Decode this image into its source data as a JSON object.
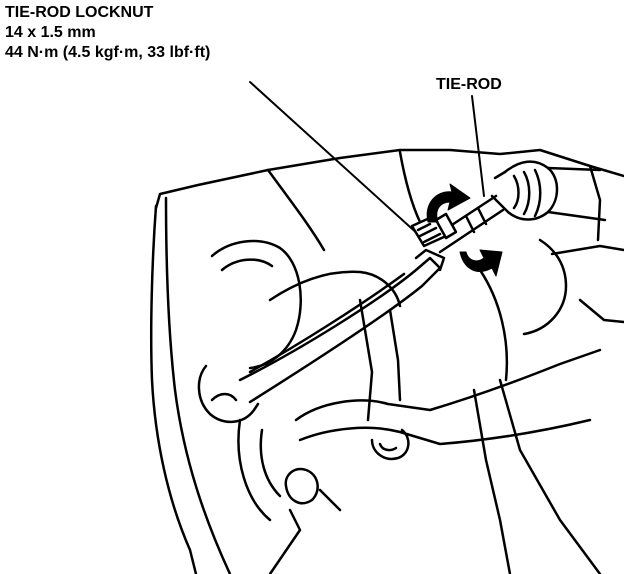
{
  "locknut_spec": {
    "title": "TIE-ROD LOCKNUT",
    "thread_size": "14 x 1.5 mm",
    "torque": "44 N·m (4.5 kgf·m, 33 lbf·ft)"
  },
  "tie_rod": {
    "label": "TIE-ROD"
  },
  "colors": {
    "ink": "#000000",
    "paper": "#ffffff"
  }
}
